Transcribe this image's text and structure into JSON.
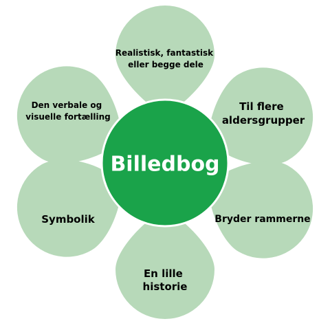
{
  "center": {
    "label": "Billedbog",
    "fill": "#1aa34a",
    "stroke": "#ffffff"
  },
  "petal_color": "#b7d9b9",
  "petals": [
    {
      "lines": [
        "Realistisk, fantastisk",
        "eller begge dele"
      ]
    },
    {
      "lines": [
        "Til flere",
        "aldersgrupper"
      ]
    },
    {
      "lines": [
        "Bryder rammerne"
      ]
    },
    {
      "lines": [
        "En lille",
        "historie"
      ]
    },
    {
      "lines": [
        "Symbolik"
      ]
    },
    {
      "lines": [
        "Den verbale og",
        "visuelle fortælling"
      ]
    }
  ]
}
